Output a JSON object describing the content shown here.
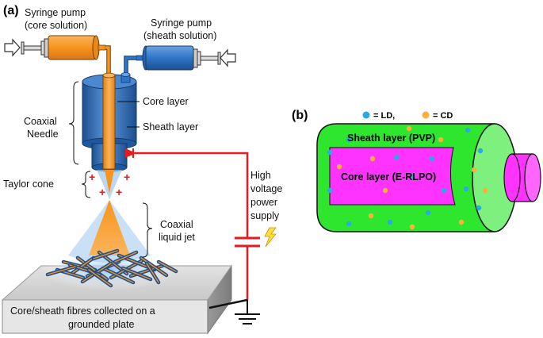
{
  "panel_a": {
    "tag": "(a)",
    "syringe_core": {
      "line1": "Syringe pump",
      "line2": "(core solution)"
    },
    "syringe_sheath": {
      "line1": "Syringe pump",
      "line2": "(sheath solution)"
    },
    "core_layer_label": "Core layer",
    "sheath_layer_label": "Sheath layer",
    "coaxial_needle": {
      "line1": "Coaxial",
      "line2": "Needle"
    },
    "taylor_cone": "Taylor cone",
    "charge_symbol": "+",
    "coaxial_jet": {
      "line1": "Coaxial",
      "line2": "liquid jet"
    },
    "power_supply": {
      "line1": "High",
      "line2": "voltage",
      "line3": "power",
      "line4": "supply"
    },
    "collector": {
      "line1": "Core/sheath fibres collected on a",
      "line2": "grounded plate"
    }
  },
  "panel_b": {
    "tag": "(b)",
    "legend": {
      "ld": "= LD,",
      "cd": "= CD"
    },
    "sheath_label": "Sheath layer (PVP)",
    "core_label": "Core layer (E-RLPO)"
  },
  "colors": {
    "core_orange": "#f7941d",
    "sheath_blue": "#2e75c8",
    "wire_red": "#e8191f",
    "sheath_green": "#2ee62e",
    "core_magenta": "#ff33ff",
    "ld_dot": "#29abe2",
    "cd_dot": "#fbb03b"
  }
}
